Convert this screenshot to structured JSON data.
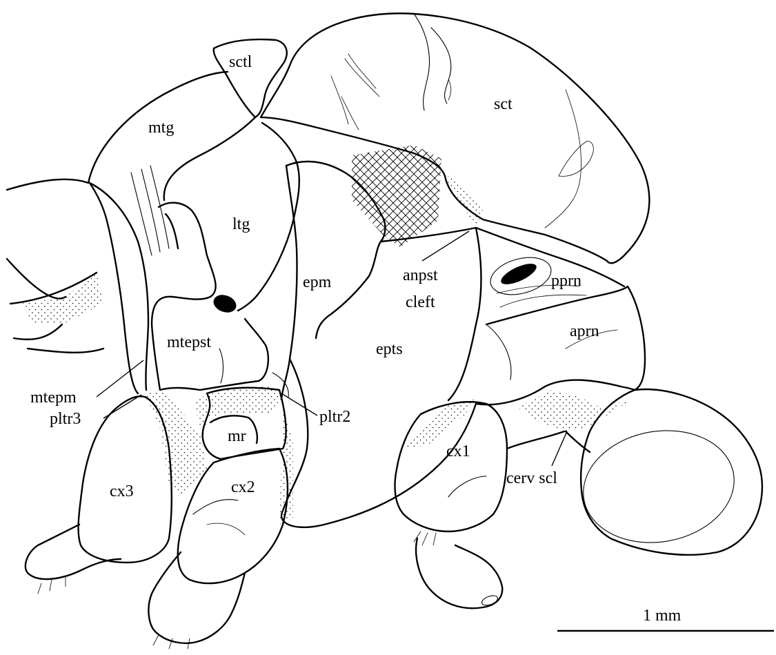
{
  "figure": {
    "labels": {
      "sctl": "sctl",
      "sct": "sct",
      "mtg": "mtg",
      "ltg": "ltg",
      "epm": "epm",
      "anpst": "anpst",
      "cleft": "cleft",
      "pprn": "pprn",
      "aprn": "aprn",
      "mtepst": "mtepst",
      "epts": "epts",
      "mtepm": "mtepm",
      "pltr2": "pltr2",
      "pltr3": "pltr3",
      "mr": "mr",
      "cx1": "cx1",
      "cx2": "cx2",
      "cx3": "cx3",
      "cerv_scl": "cerv scl"
    },
    "scale_bar": {
      "label": "1 mm"
    }
  }
}
